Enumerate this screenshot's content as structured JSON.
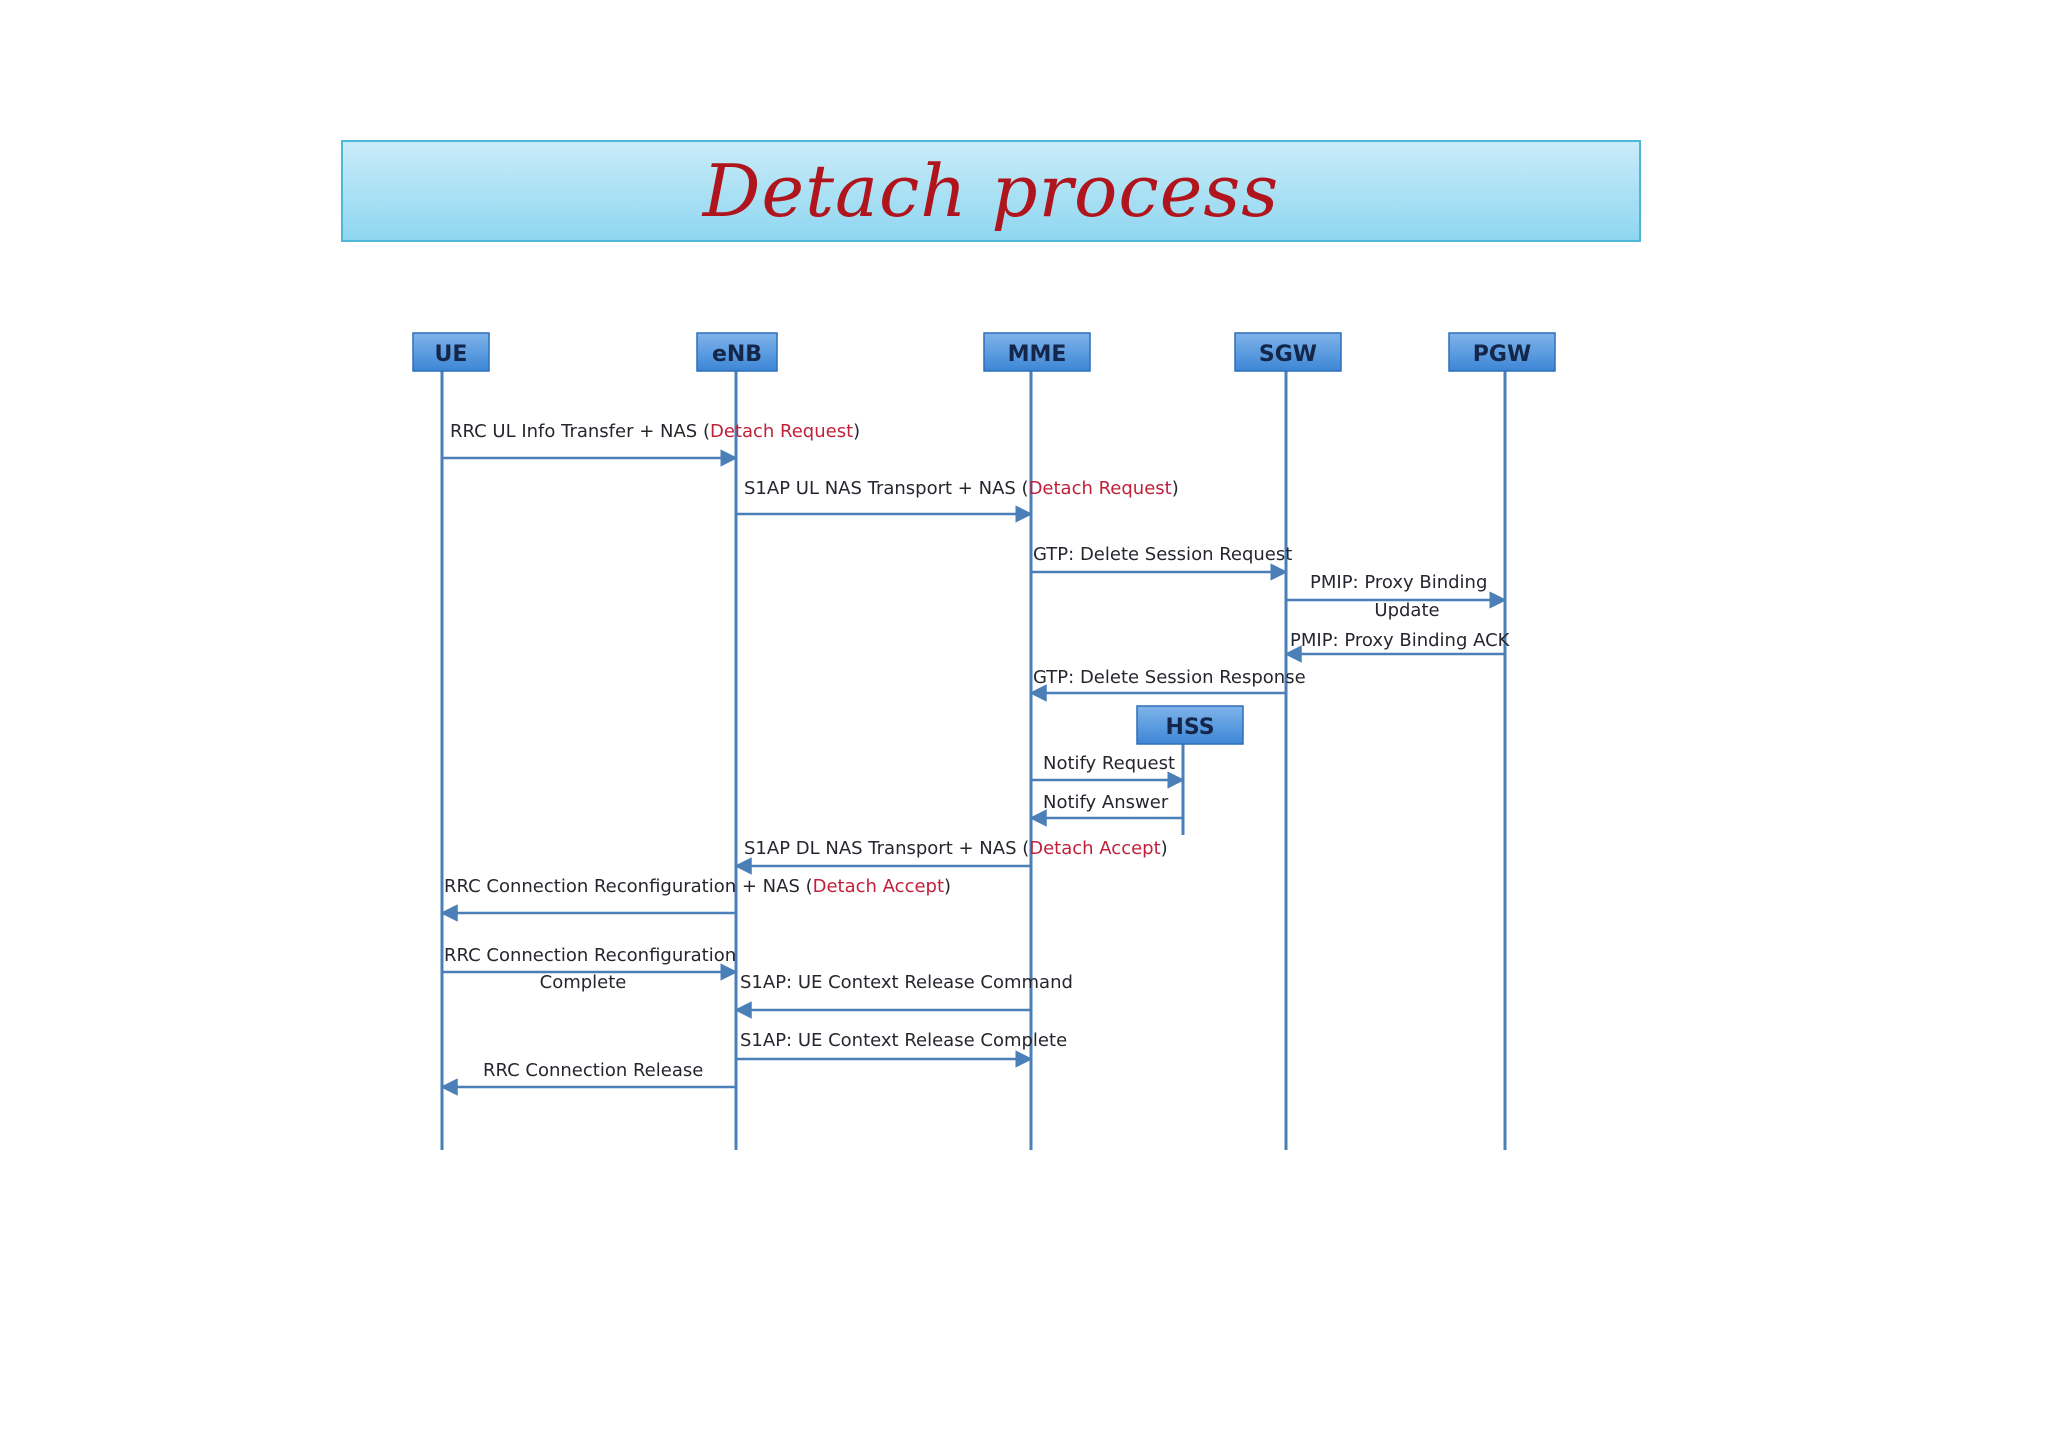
{
  "title": "Detach process",
  "entities": {
    "ue": "UE",
    "enb": "eNB",
    "mme": "MME",
    "sgw": "SGW",
    "pgw": "PGW",
    "hss": "HSS"
  },
  "messages": {
    "m1": {
      "pre": "RRC UL Info Transfer + NAS (",
      "hl": "Detach Request",
      "post": ")"
    },
    "m2": {
      "pre": "S1AP UL NAS Transport + NAS (",
      "hl": "Detach Request",
      "post": ")"
    },
    "m3": "GTP: Delete Session Request",
    "m4a": "PMIP: Proxy Binding",
    "m4b": "Update",
    "m5": "PMIP: Proxy Binding  ACK",
    "m6": "GTP: Delete Session Response",
    "m7": "Notify Request",
    "m8": "Notify Answer",
    "m9": {
      "pre": "S1AP DL NAS Transport + NAS (",
      "hl": "Detach Accept",
      "post": ")"
    },
    "m10": {
      "pre": "RRC Connection Reconfiguration  + NAS (",
      "hl": "Detach Accept",
      "post": ")"
    },
    "m11a": "RRC Connection Reconfiguration",
    "m11b": "Complete",
    "m12": "S1AP: UE Context Release Command",
    "m13": "S1AP: UE Context Release Complete",
    "m14": "RRC Connection Release"
  },
  "colors": {
    "title": "#b0141c",
    "highlight": "#c0203a",
    "line": "#4a7fb8",
    "box": "#4a90d9",
    "banner": "#a9e0f4"
  }
}
